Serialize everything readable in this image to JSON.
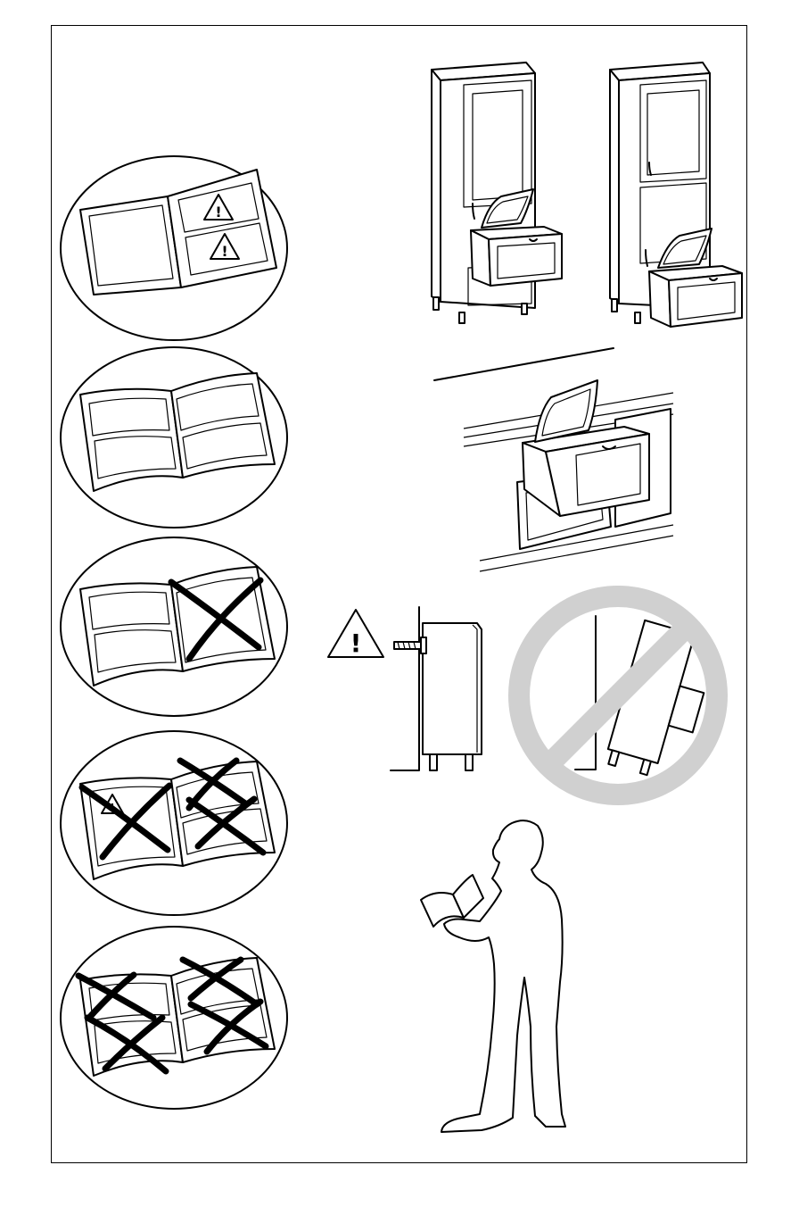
{
  "icons": {
    "warning": "warning-triangle-icon",
    "book": "open-manual-icon",
    "prohibited": "prohibited-icon"
  },
  "warning_symbol": "!",
  "colors": {
    "line": "#000000",
    "background": "#ffffff",
    "prohibition_ring": "#d0d0d0",
    "glass": "#cfcfcf"
  },
  "manual_steps": [
    {
      "id": "read-warnings",
      "crossed_pages": "none",
      "warnings": true
    },
    {
      "id": "read-all-pages",
      "crossed_pages": "none",
      "warnings": false
    },
    {
      "id": "right-page-crossed",
      "crossed_pages": "right",
      "warnings": false
    },
    {
      "id": "both-pages-crossed-warning",
      "crossed_pages": "both",
      "warnings": true
    },
    {
      "id": "all-sections-crossed",
      "crossed_pages": "all",
      "warnings": false
    }
  ]
}
